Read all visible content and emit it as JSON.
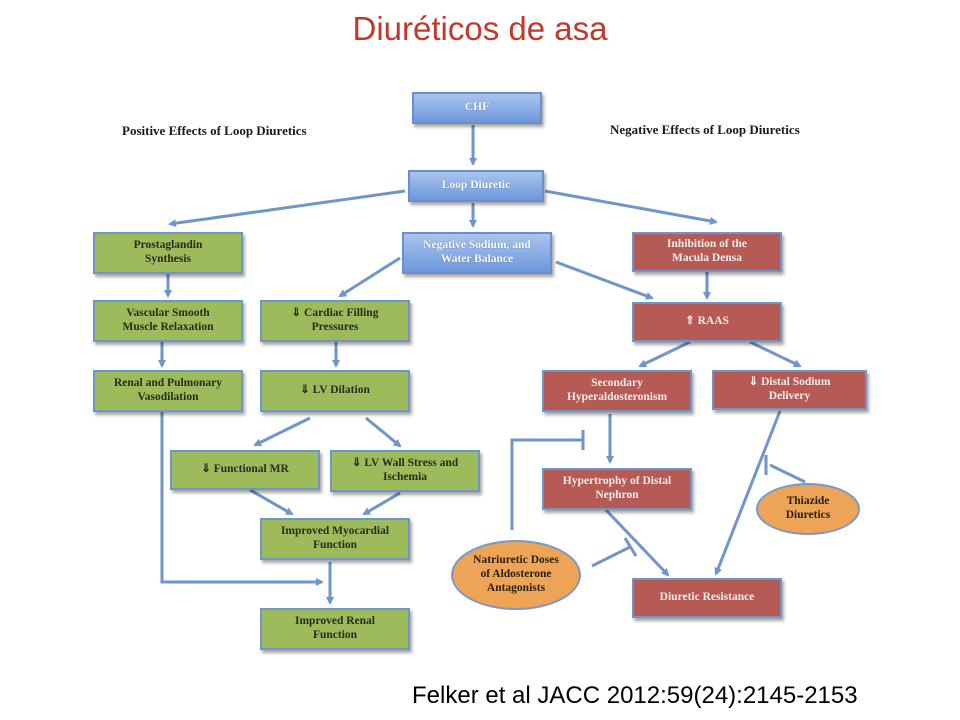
{
  "title": "Diuréticos de asa",
  "citation": "Felker et al JACC 2012:59(24):2145-2153",
  "headings": {
    "positive": "Positive Effects of  Loop Diuretics",
    "negative": "Negative Effects of  Loop Diuretics"
  },
  "nodes": {
    "chf": "CHF",
    "loop_diuretic": "Loop Diuretic",
    "neg_sodium": "Negative Sodium, and\nWater Balance",
    "prostaglandin": "Prostaglandin\nSynthesis",
    "vascular": "Vascular Smooth\nMuscle Relaxation",
    "renal_pulm": "Renal and Pulmonary\nVasodilation",
    "cardiac_filling": "⇓ Cardiac Filling\nPressures",
    "lv_dilation": "⇓ LV Dilation",
    "functional_mr": "⇓ Functional MR",
    "lv_wall": "⇓ LV Wall Stress and\nIschemia",
    "myocardial": "Improved Myocardial\nFunction",
    "renal_function": "Improved Renal\nFunction",
    "macula_densa": "Inhibition of the\nMacula Densa",
    "raas": "⇑ RAAS",
    "hyperaldo": "Secondary\nHyperaldosteronism",
    "distal_sodium": "⇓ Distal Sodium\nDelivery",
    "hypertrophy": "Hypertrophy of Distal\nNephron",
    "diuretic_resistance": "Diuretic Resistance",
    "thiazide": "Thiazide\nDiuretics",
    "natriuretic": "Natriuretic Doses\nof Aldosterone\nAntagonists"
  },
  "colors": {
    "title": "#c0392b",
    "positive_box": "#9dbb5b",
    "negative_box": "#b65a55",
    "neutral_box": "#6d98dc",
    "inhibitor_oval": "#eda456",
    "arrow": "#6f95c9"
  }
}
